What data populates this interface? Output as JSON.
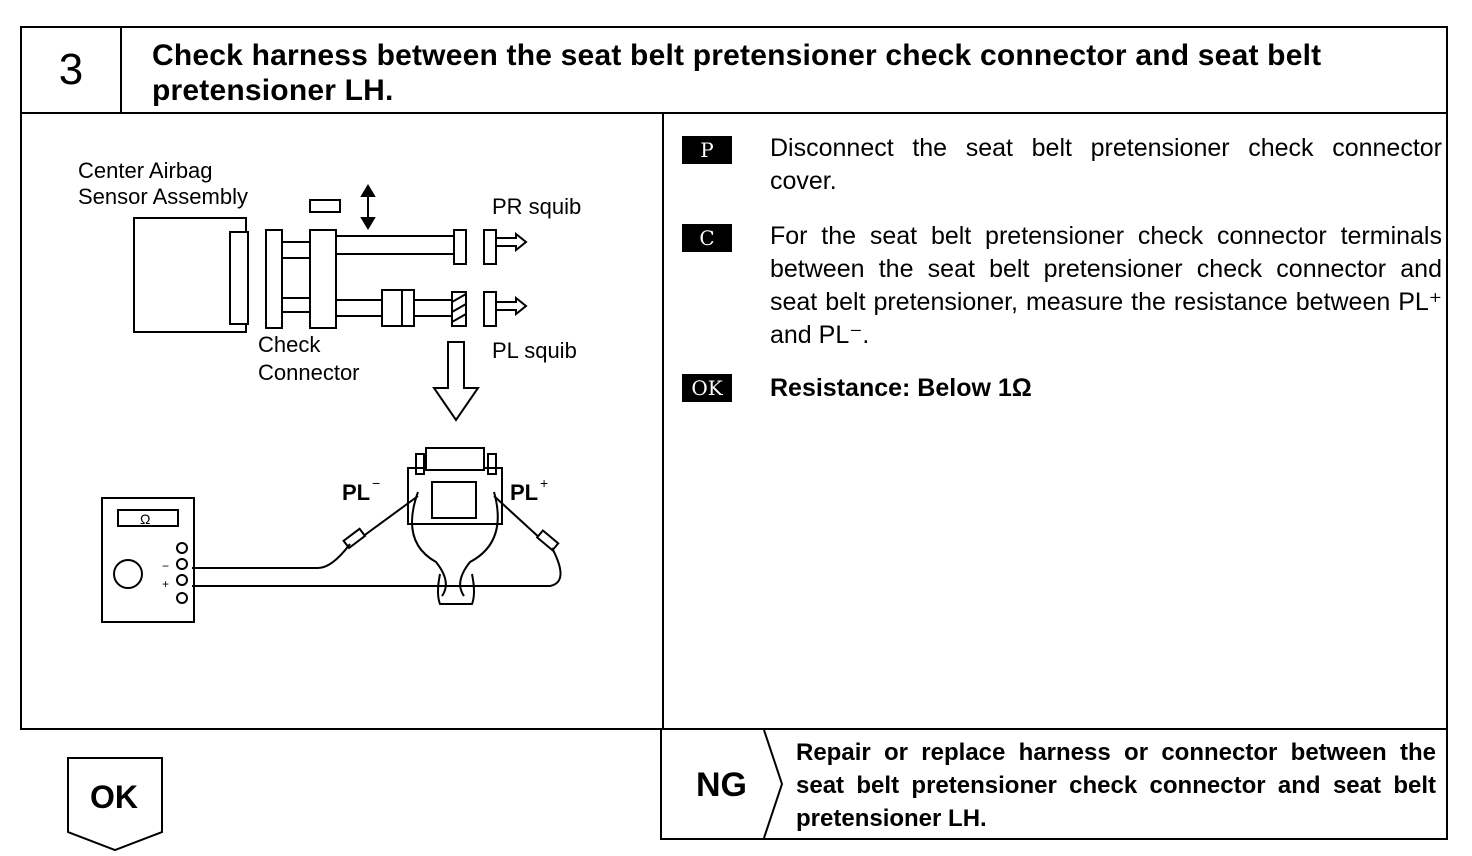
{
  "header": {
    "step_number": "3",
    "title": "Check harness between the seat belt pretensioner check connector and seat belt pretensioner LH."
  },
  "diagram": {
    "label_center_airbag_1": "Center Airbag",
    "label_center_airbag_2": "Sensor Assembly",
    "label_pr_squib": "PR squib",
    "label_pl_squib": "PL squib",
    "label_check_1": "Check",
    "label_check_2": "Connector",
    "label_pl_minus": "PL",
    "label_pl_plus": "PL",
    "sup_minus": "−",
    "sup_plus": "+",
    "meter_symbol": "Ω",
    "meter_minus": "−",
    "meter_plus": "+"
  },
  "procedure": {
    "p_tag": "P",
    "p_text": "Disconnect the seat belt pretensioner check connector cover.",
    "c_tag": "C",
    "c_text": "For the seat belt pretensioner check connector terminals between the seat belt pretensioner check connector and seat belt pretensioner, measure the resistance between PL⁺ and PL⁻.",
    "ok_tag": "OK",
    "ok_text": "Resistance:   Below 1Ω"
  },
  "result": {
    "ok_label": "OK",
    "ng_label": "NG",
    "ng_text": "Repair or replace harness or connector between the seat belt pretensioner check connector and seat belt pretensioner LH."
  }
}
